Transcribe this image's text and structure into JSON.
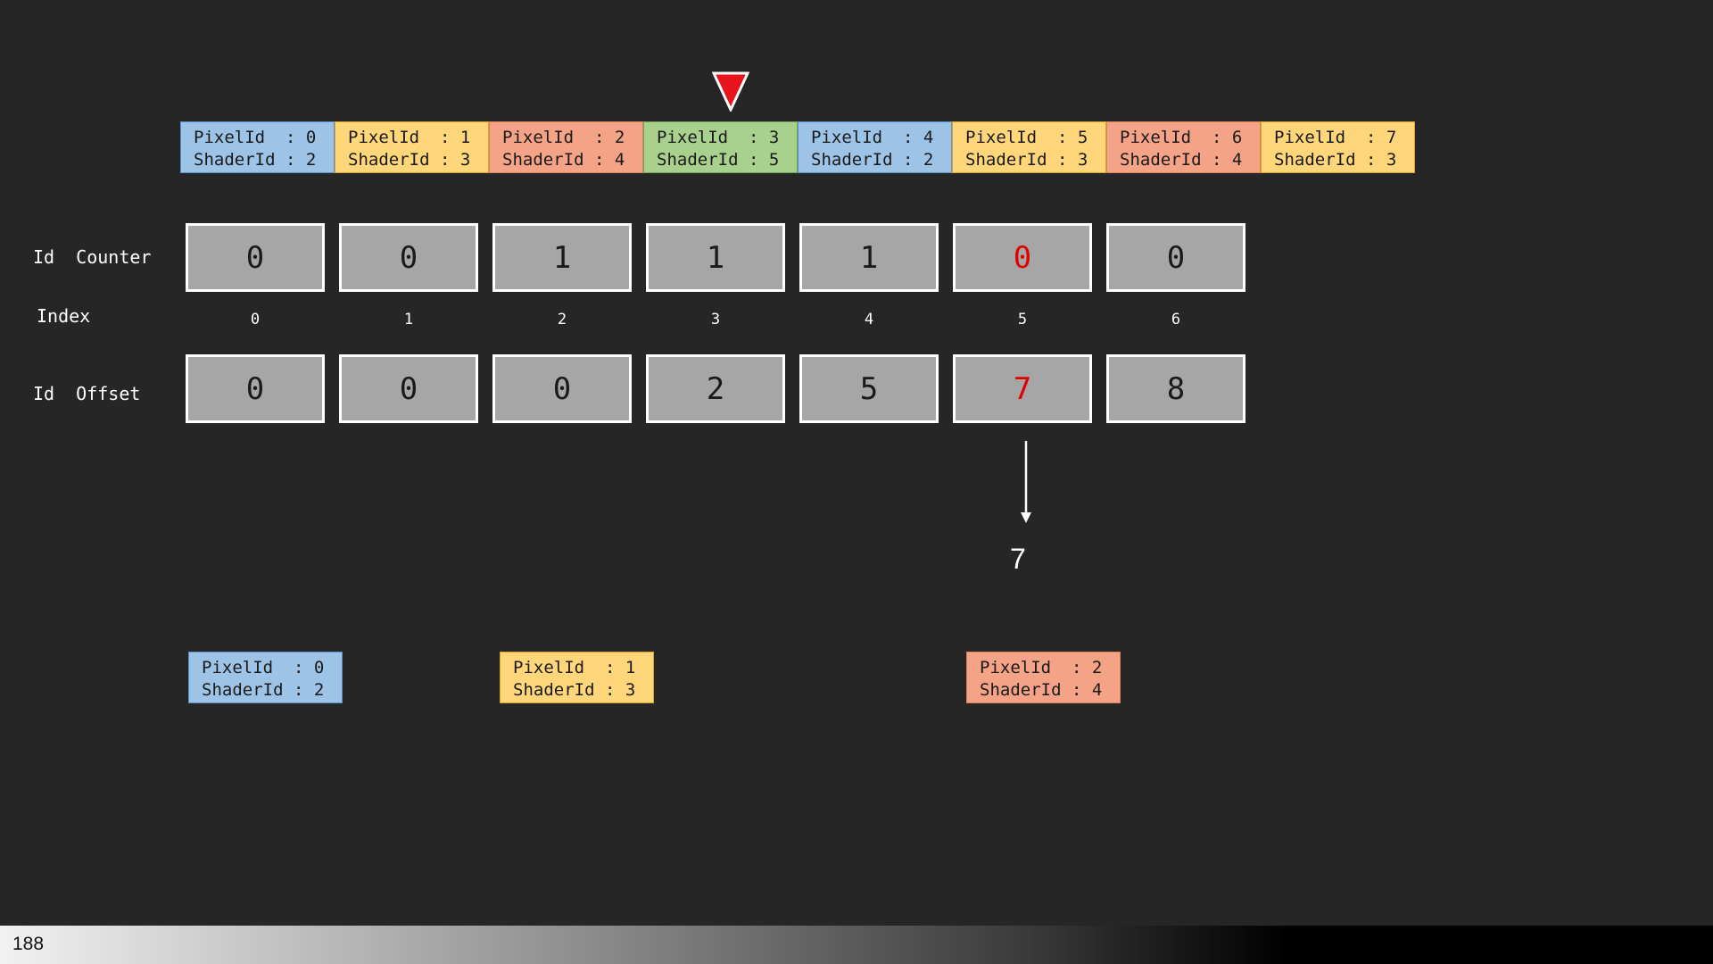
{
  "pixels": [
    {
      "pixel_label": "PixelId  : 0",
      "shader_label": "ShaderId : 2",
      "color": "blue"
    },
    {
      "pixel_label": "PixelId  : 1",
      "shader_label": "ShaderId : 3",
      "color": "yellow"
    },
    {
      "pixel_label": "PixelId  : 2",
      "shader_label": "ShaderId : 4",
      "color": "salmon"
    },
    {
      "pixel_label": "PixelId  : 3",
      "shader_label": "ShaderId : 5",
      "color": "green"
    },
    {
      "pixel_label": "PixelId  : 4",
      "shader_label": "ShaderId : 2",
      "color": "blue"
    },
    {
      "pixel_label": "PixelId  : 5",
      "shader_label": "ShaderId : 3",
      "color": "yellow"
    },
    {
      "pixel_label": "PixelId  : 6",
      "shader_label": "ShaderId : 4",
      "color": "salmon"
    },
    {
      "pixel_label": "PixelId  : 7",
      "shader_label": "ShaderId : 3",
      "color": "yellow"
    }
  ],
  "counter": {
    "label": "Id  Counter",
    "values": [
      "0",
      "0",
      "1",
      "1",
      "1",
      "0",
      "0"
    ]
  },
  "index": {
    "label": "Index",
    "values": [
      "0",
      "1",
      "2",
      "3",
      "4",
      "5",
      "6"
    ]
  },
  "offset": {
    "label": "Id  Offset",
    "values": [
      "0",
      "0",
      "0",
      "2",
      "5",
      "7",
      "8"
    ]
  },
  "result": {
    "value": "7"
  },
  "output": [
    {
      "pixel_label": "PixelId  : 0",
      "shader_label": "ShaderId : 2",
      "color": "blue"
    },
    {
      "pixel_label": "PixelId  : 1",
      "shader_label": "ShaderId : 3",
      "color": "yellow"
    },
    {
      "pixel_label": "PixelId  : 2",
      "shader_label": "ShaderId : 4",
      "color": "salmon"
    }
  ],
  "colors": {
    "blue": "#9dc3e6",
    "yellow": "#ffd77a",
    "salmon": "#f4a386",
    "green": "#a9d18e",
    "highlight": "#e00000",
    "pointer": "#e8131b"
  },
  "footer": {
    "page_number": "188"
  }
}
